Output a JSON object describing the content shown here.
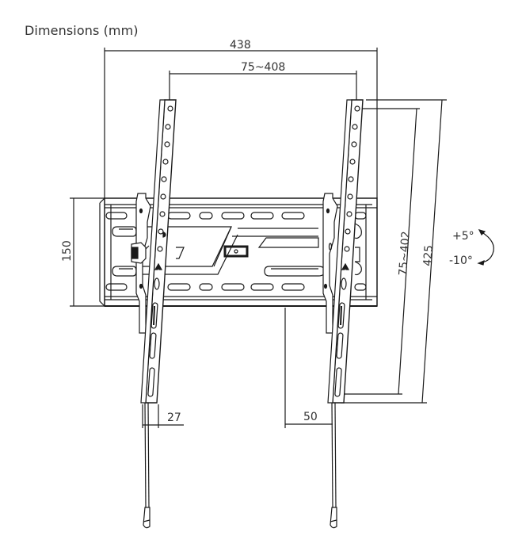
{
  "title": "Dimensions (mm)",
  "dimensions": {
    "overall_width": "438",
    "vesa_horizontal": "75~408",
    "plate_height": "150",
    "vesa_vertical": "75~402",
    "arm_height": "425",
    "arm_depth": "27",
    "wall_offset": "50"
  },
  "tilt": {
    "up": "+5°",
    "down": "-10°"
  },
  "colors": {
    "line": "#1a1a1a",
    "text": "#333333",
    "background": "#ffffff"
  }
}
